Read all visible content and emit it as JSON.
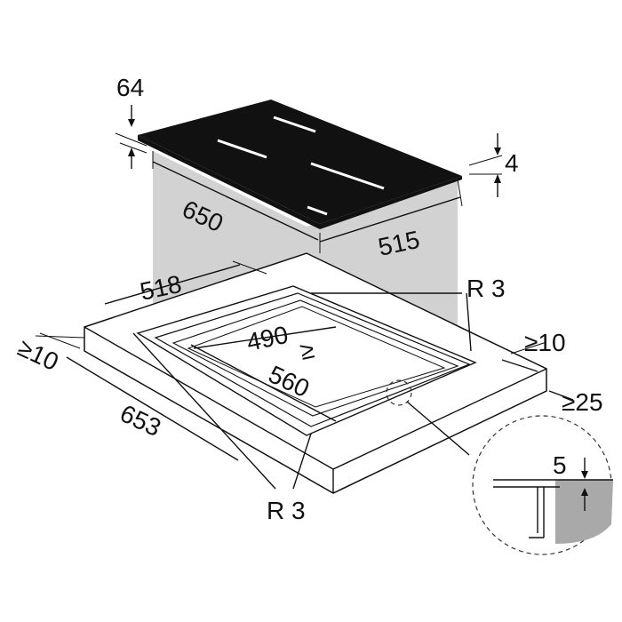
{
  "diagram": {
    "colors": {
      "glass": "#111111",
      "shadow": "#d2d2d2",
      "detail_fill": "#a9a9a9",
      "stroke": "#111111",
      "background": "#ffffff"
    },
    "labels": {
      "hob_thickness": "64",
      "glass_height": "4",
      "hob_width": "650",
      "hob_depth": "515",
      "cutout_outer_width": "518",
      "cutout_inner_depth": "490",
      "ge_symbol": "≥",
      "cutout_inner_width": "560",
      "worktop_width": "653",
      "radius_top": "R 3",
      "radius_bottom": "R 3",
      "min_back_edge": "≥10",
      "min_front_edge": "≥25",
      "min_side": "≥10",
      "detail_depth": "5"
    }
  }
}
